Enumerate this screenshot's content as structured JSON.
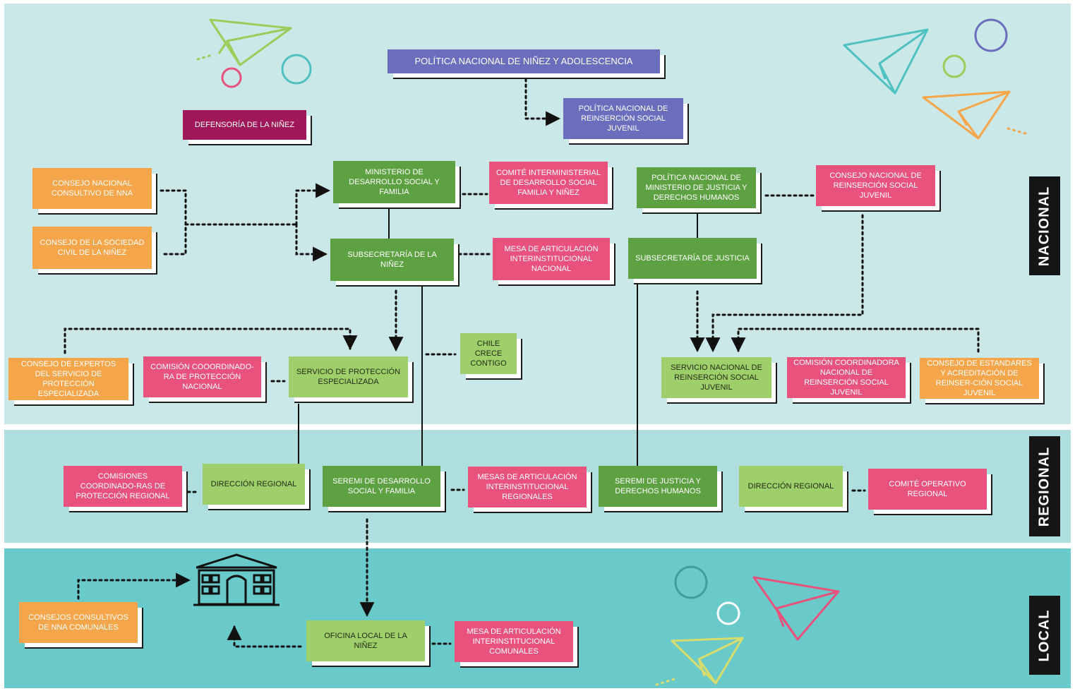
{
  "levels": {
    "nacional": "NACIONAL",
    "regional": "REGIONAL",
    "local": "LOCAL"
  },
  "colors": {
    "band_nacional": "#cbe8e8",
    "band_regional": "#afdede",
    "band_local": "#6ac9c9",
    "orange": "#f5a54a",
    "pink": "#e8527c",
    "green": "#5ea143",
    "light_green": "#9ecf6a",
    "violet": "#6b6ebd",
    "magenta": "#a0175a"
  },
  "nodes": {
    "politica_nacional": "POLÍTICA NACIONAL DE NIÑEZ Y ADOLESCENCIA",
    "politica_reinsercion": "POLÍTICA NACIONAL DE REINSERCIÓN SOCIAL JUVENIL",
    "defensoria": "DEFENSORÍA DE LA NIÑEZ",
    "consejo_consultivo_nna": "CONSEJO NACIONAL CONSULTIVO DE NNA",
    "consejo_sociedad_civil": "CONSEJO DE LA SOCIEDAD CIVIL DE LA NIÑEZ",
    "ministerio_desarrollo": "MINISTERIO DE DESARROLLO SOCIAL Y FAMILIA",
    "comite_interministerial": "COMITÉ INTERMINISTERIAL DE DESARROLLO SOCIAL FAMILIA Y NIÑEZ",
    "subsecretaria_ninez": "SUBSECRETARÍA DE LA NIÑEZ",
    "mesa_articulacion_nacional": "MESA DE ARTICULACIÓN INTERINSTITUCIONAL NACIONAL",
    "ministerio_justicia": "POLÍTICA NACIONAL DE MINISTERIO DE JUSTICIA Y DERECHOS HUMANOS",
    "consejo_reinsercion": "CONSEJO NACIONAL DE REINSERCIÓN SOCIAL JUVENIL",
    "subsecretaria_justicia": "SUBSECRETARÍA DE JUSTICIA",
    "consejo_expertos": "CONSEJO DE EXPERTOS DEL SERVICIO DE PROTECCIÓN ESPECIALIZADA",
    "comision_coordinadora_proteccion": "COMISIÓN COOORDINADO-RA DE PROTECCIÓN NACIONAL",
    "servicio_proteccion": "SERVICIO DE PROTECCIÓN ESPECIALIZADA",
    "chile_crece": "CHILE CRECE CONTIGO",
    "servicio_reinsercion": "SERVICIO NACIONAL DE REINSERCIÓN SOCIAL JUVENIL",
    "comision_reinsercion": "COMISIÓN COORDINADORA NACIONAL DE REINSERCIÓN SOCIAL JUVENIL",
    "consejo_estandares": "CONSEJO DE ESTANDARES Y ACREDITACIÓN DE REINSER-CIÓN SOCIAL JUVENIL",
    "comisiones_regionales": "COMISIONES COORDINADO-RAS DE PROTECCIÓN REGIONAL",
    "direccion_regional_1": "DIRECCIÓN REGIONAL",
    "seremi_desarrollo": "SEREMI DE DESARROLLO SOCIAL Y FAMILIA",
    "mesas_regionales": "MESAS DE ARTICULACIÓN INTERINSTITUCIONAL REGIONALES",
    "seremi_justicia": "SEREMI DE JUSTICIA Y DERECHOS HUMANOS",
    "direccion_regional_2": "DIRECCIÓN REGIONAL",
    "comite_operativo": "COMITÉ OPERATIVO REGIONAL",
    "consejos_comunales": "CONSEJOS CONSULTIVOS DE NNA COMUNALES",
    "oficina_local": "OFICINA LOCAL DE LA NIÑEZ",
    "mesa_comunales": "MESA DE ARTICULACIÓN INTERINSTITUCIONAL COMUNALES"
  },
  "icons": {
    "municipality": "municipality-building-icon",
    "plane": "paper-plane-icon",
    "circle": "circle-icon"
  }
}
